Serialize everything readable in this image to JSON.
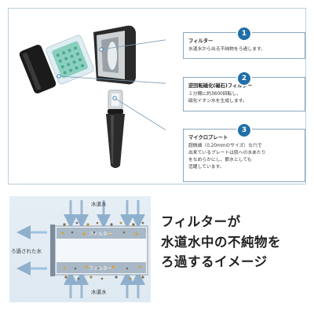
{
  "callouts": [
    {
      "number": "1",
      "title": "フィルター",
      "desc": "水道水から出る不純物をろ過します。"
    },
    {
      "number": "2",
      "title": "逆回転磁化(磁石)フィルター",
      "desc": "１分間に約3600回転し、\n磁化イオン水を生成します。"
    },
    {
      "number": "3",
      "title": "マイクロプレート",
      "desc": "超微細（0.20mmのサイズ）な穴で\n出来ているプレートは肌への水あたり\nをなめらかにし、節水としても\n活躍しています。"
    }
  ],
  "diagram": {
    "label_top": "水道水",
    "label_bottom": "水道水",
    "label_left": "ろ過された水",
    "filter_label_top": "フィルター",
    "filter_label_bottom": "フィルター"
  },
  "headline": {
    "line1": "フィルターが",
    "line2": "水道水中の不純物を",
    "line3": "ろ過するイメージ"
  },
  "colors": {
    "accent": "#1f6fa8",
    "border": "#b9cfe0"
  }
}
